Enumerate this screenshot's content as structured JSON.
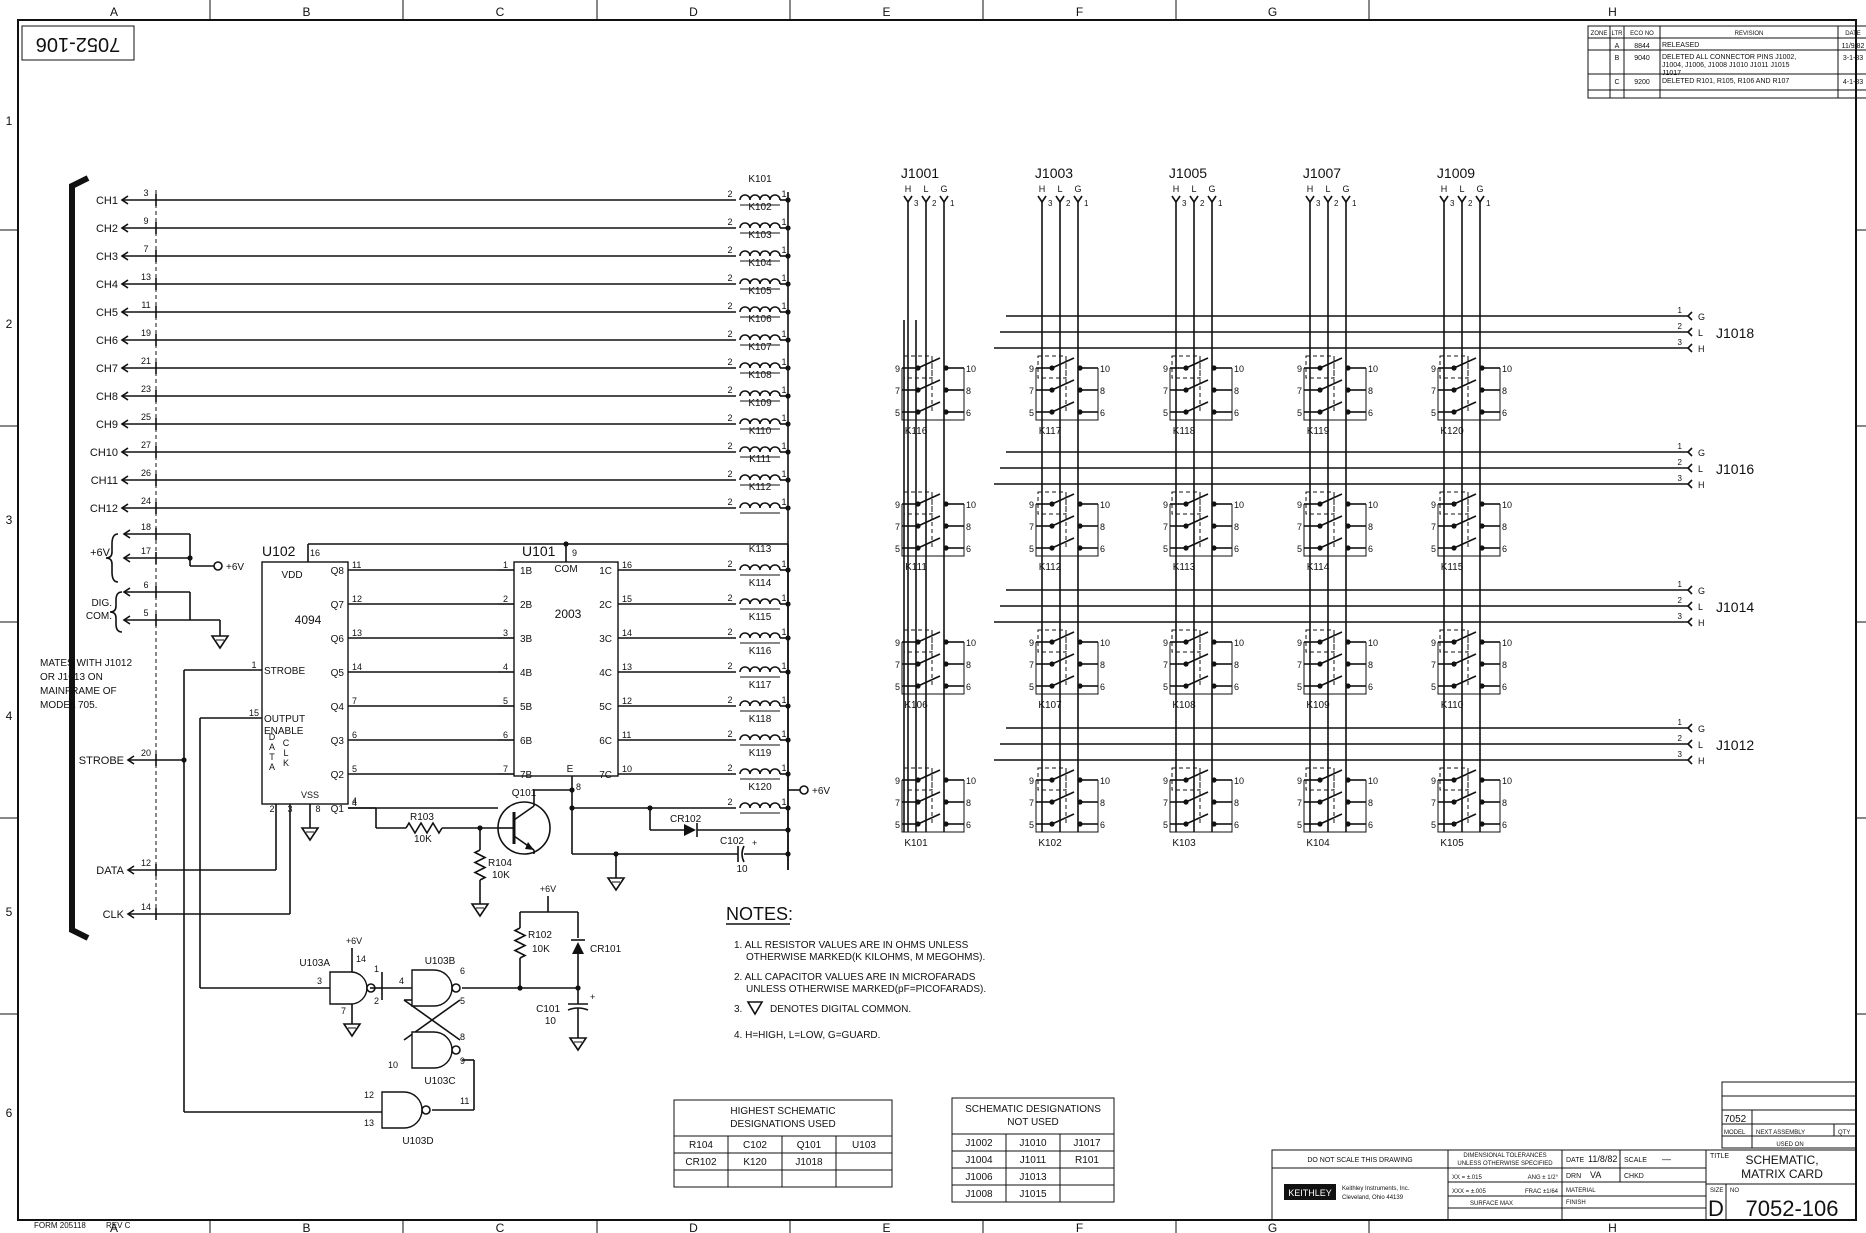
{
  "border": {
    "cols": [
      "A",
      "B",
      "C",
      "D",
      "E",
      "F",
      "G",
      "H"
    ],
    "rows": [
      "1",
      "2",
      "3",
      "4",
      "5",
      "6"
    ]
  },
  "corner_id": "7052-106",
  "revisions": {
    "headers": [
      "ZONE",
      "LTR",
      "ECO NO",
      "REVISION",
      "DATE"
    ],
    "rows": [
      {
        "zone": "",
        "ltr": "A",
        "eco": "8844",
        "desc": "RELEASED",
        "date": "11/9/82"
      },
      {
        "zone": "",
        "ltr": "B",
        "eco": "9040",
        "desc": "DELETED ALL CONNECTOR PINS J1002, J1004, J1006, J1008 J1010 J1011 J1015 J1017",
        "date": "3-1-83"
      },
      {
        "zone": "",
        "ltr": "C",
        "eco": "9200",
        "desc": "DELETED R101, R105, R106 AND R107",
        "date": "4-1-83"
      }
    ]
  },
  "connector_left": {
    "channels": [
      {
        "label": "CH1",
        "pin": "3",
        "relay": "K101"
      },
      {
        "label": "CH2",
        "pin": "9",
        "relay": "K102"
      },
      {
        "label": "CH3",
        "pin": "7",
        "relay": "K103"
      },
      {
        "label": "CH4",
        "pin": "13",
        "relay": "K104"
      },
      {
        "label": "CH5",
        "pin": "11",
        "relay": "K105"
      },
      {
        "label": "CH6",
        "pin": "19",
        "relay": "K106"
      },
      {
        "label": "CH7",
        "pin": "21",
        "relay": "K107"
      },
      {
        "label": "CH8",
        "pin": "23",
        "relay": "K108"
      },
      {
        "label": "CH9",
        "pin": "25",
        "relay": "K109"
      },
      {
        "label": "CH10",
        "pin": "27",
        "relay": "K110"
      },
      {
        "label": "CH11",
        "pin": "26",
        "relay": "K111"
      },
      {
        "label": "CH12",
        "pin": "24",
        "relay": "K112"
      }
    ],
    "plus6v_label": "+6V",
    "plus6v_pins": [
      "18",
      "17"
    ],
    "dig_com_label": [
      "DIG.",
      "COM."
    ],
    "dig_com_pins": [
      "6",
      "5"
    ],
    "mates_note": [
      "MATES WITH J1012",
      "OR J1013 ON",
      "MAINFRAME OF",
      "MODEL 705."
    ],
    "strobe": {
      "label": "STROBE",
      "pin": "20"
    },
    "data": {
      "label": "DATA",
      "pin": "12"
    },
    "clk": {
      "label": "CLK",
      "pin": "14"
    },
    "supply": "+6V"
  },
  "u102": {
    "ref": "U102",
    "part": "4094",
    "vdd": "VDD",
    "vdd_pin": "16",
    "strobe": "STROBE",
    "strobe_pin": "1",
    "oe": [
      "OUTPUT",
      "ENABLE"
    ],
    "oe_pin": "15",
    "data_vert": "DATA",
    "clk_vert": "CLK",
    "vss": "VSS",
    "bottom_pins": [
      "2",
      "3",
      "8"
    ],
    "outputs": [
      {
        "name": "Q8",
        "pin": "11"
      },
      {
        "name": "Q7",
        "pin": "12"
      },
      {
        "name": "Q6",
        "pin": "13"
      },
      {
        "name": "Q5",
        "pin": "14"
      },
      {
        "name": "Q4",
        "pin": "7"
      },
      {
        "name": "Q3",
        "pin": "6"
      },
      {
        "name": "Q2",
        "pin": "5"
      },
      {
        "name": "Q1",
        "pin": "4"
      }
    ]
  },
  "u101": {
    "ref": "U101",
    "part": "2003",
    "com": "COM",
    "com_pin": "9",
    "e": "E",
    "e_pin": "8",
    "inputs": [
      {
        "name": "1B",
        "pin": "1"
      },
      {
        "name": "2B",
        "pin": "2"
      },
      {
        "name": "3B",
        "pin": "3"
      },
      {
        "name": "4B",
        "pin": "4"
      },
      {
        "name": "5B",
        "pin": "5"
      },
      {
        "name": "6B",
        "pin": "6"
      },
      {
        "name": "7B",
        "pin": "7"
      }
    ],
    "outputs": [
      {
        "name": "1C",
        "pin": "16",
        "relay": "K113"
      },
      {
        "name": "2C",
        "pin": "15",
        "relay": "K114"
      },
      {
        "name": "3C",
        "pin": "14",
        "relay": "K115"
      },
      {
        "name": "4C",
        "pin": "13",
        "relay": "K116"
      },
      {
        "name": "5C",
        "pin": "12",
        "relay": "K117"
      },
      {
        "name": "6C",
        "pin": "11",
        "relay": "K118"
      },
      {
        "name": "7C",
        "pin": "10",
        "relay": "K119"
      }
    ]
  },
  "discretes": {
    "r103": [
      "R103",
      "10K"
    ],
    "r104": [
      "R104",
      "10K"
    ],
    "q101": "Q101",
    "k120": "K120",
    "cr102": "CR102",
    "c102": [
      "C102",
      "10"
    ],
    "plus6v": "+6V",
    "coil_pins": [
      "2",
      "1"
    ]
  },
  "gates": {
    "u103a": "U103A",
    "u103b": "U103B",
    "u103c": "U103C",
    "u103d": "U103D",
    "plus6v": "+6V",
    "r102": [
      "R102",
      "10K"
    ],
    "cr101": "CR101",
    "c101": [
      "C101",
      "10"
    ],
    "pins": {
      "a_in": "3",
      "a_top": "14",
      "a_out": "1",
      "a_vss": "7",
      "a_2": "2",
      "b_in": "4",
      "b_out": "6",
      "b_5": "5",
      "c_10": "10",
      "c_8": "8",
      "c_9": "9",
      "d_12": "12",
      "d_13": "13",
      "d_11": "11"
    }
  },
  "notes": {
    "title": "NOTES:",
    "items": [
      [
        "1. ALL RESISTOR VALUES ARE IN OHMS UNLESS",
        "OTHERWISE MARKED(K KILOHMS, M MEGOHMS)."
      ],
      [
        "2. ALL CAPACITOR VALUES ARE IN MICROFARADS",
        "UNLESS OTHERWISE MARKED(pF=PICOFARADS)."
      ],
      [
        "3.",
        "DENOTES DIGITAL COMMON."
      ],
      [
        "4. H=HIGH, L=LOW, G=GUARD."
      ]
    ]
  },
  "matrix": {
    "top_connectors": [
      "J1001",
      "J1003",
      "J1005",
      "J1007",
      "J1009"
    ],
    "hlg": [
      "H",
      "L",
      "G"
    ],
    "hlg_pins": [
      "3",
      "2",
      "1"
    ],
    "right_connectors": [
      {
        "name": "J1018",
        "relays": [
          "K116",
          "K117",
          "K118",
          "K119",
          "K120"
        ]
      },
      {
        "name": "J1016",
        "relays": [
          "K111",
          "K112",
          "K113",
          "K114",
          "K115"
        ]
      },
      {
        "name": "J1014",
        "relays": [
          "K106",
          "K107",
          "K108",
          "K109",
          "K110"
        ]
      },
      {
        "name": "J1012",
        "relays": [
          "K101",
          "K102",
          "K103",
          "K104",
          "K105"
        ]
      }
    ],
    "right_pins": [
      {
        "pin": "1",
        "sig": "G"
      },
      {
        "pin": "2",
        "sig": "L"
      },
      {
        "pin": "3",
        "sig": "H"
      }
    ],
    "relay_pins": [
      "9",
      "10",
      "7",
      "8",
      "5",
      "6"
    ]
  },
  "table_highest": {
    "title": [
      "HIGHEST SCHEMATIC",
      "DESIGNATIONS USED"
    ],
    "rows": [
      [
        "R104",
        "C102",
        "Q101",
        "U103"
      ],
      [
        "CR102",
        "K120",
        "J1018",
        ""
      ],
      [
        "",
        "",
        "",
        ""
      ]
    ]
  },
  "table_notused": {
    "title": [
      "SCHEMATIC DESIGNATIONS",
      "NOT USED"
    ],
    "rows": [
      [
        "J1002",
        "J1010",
        "J1017"
      ],
      [
        "J1004",
        "J1011",
        "R101"
      ],
      [
        "J1006",
        "J1013",
        ""
      ],
      [
        "J1008",
        "J1015",
        ""
      ]
    ]
  },
  "title_block": {
    "no_scale": "DO NOT SCALE THIS DRAWING",
    "tolerance": [
      "DIMENSIONAL TOLERANCES",
      "UNLESS OTHERWISE SPECIFIED"
    ],
    "tol1": "XX = ±.015",
    "tol1b": "ANG ± 1/2°",
    "tol2": "XXX = ±.005",
    "tol2b": "FRAC ±1/64",
    "surface": "SURFACE MAX",
    "date_lbl": "DATE",
    "date_val": "11/8/82",
    "scale_lbl": "SCALE",
    "scale_val": "—",
    "drn_lbl": "DRN",
    "drn_val": "VA",
    "chkd_lbl": "CHKD",
    "material": "MATERIAL",
    "finish": "FINISH",
    "logo": "KEITHLEY",
    "company": [
      "Keithley Instruments, Inc.",
      "Cleveland, Ohio 44139"
    ],
    "title_lbl": "TITLE",
    "title": [
      "SCHEMATIC,",
      "MATRIX CARD"
    ],
    "size_lbl": "SIZE",
    "size": "D",
    "no_lbl": "NO",
    "number": "7052-106",
    "model": "7052",
    "model_lbl": "MODEL",
    "next_assy": "NEXT ASSEMBLY",
    "qty": "QTY",
    "used_on": "USED ON"
  },
  "form_no": "FORM 205118",
  "form_rev": "REV C"
}
